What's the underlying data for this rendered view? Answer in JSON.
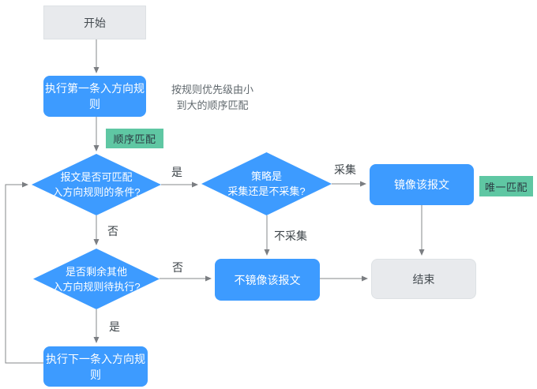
{
  "colors": {
    "node_blue": "#3D9BFF",
    "node_gray_bg": "#E8EAED",
    "node_gray_text": "#444B50",
    "tag_green": "#5FC7A3",
    "tag_text": "#2B3A42",
    "edge_gray": "#85888B",
    "label_text": "#3C4348",
    "note_text": "#61696E",
    "node_text_white": "#FFFFFF",
    "background": "#FFFFFF"
  },
  "flowchart": {
    "nodes": {
      "start": {
        "label": "开始"
      },
      "exec_first_rule": {
        "label": "执行第一条入方向规则"
      },
      "decision_match": {
        "lines": [
          "报文是否可匹配",
          "入方向规则的条件?"
        ]
      },
      "decision_policy": {
        "lines": [
          "策略是",
          "采集还是不采集?"
        ]
      },
      "mirror_packet": {
        "label": "镜像该报文"
      },
      "no_mirror_packet": {
        "label": "不镜像该报文"
      },
      "decision_remaining": {
        "lines": [
          "是否剩余其他",
          "入方向规则待执行?"
        ]
      },
      "exec_next_rule": {
        "label": "执行下一条入方向规则"
      },
      "end": {
        "label": "结束"
      }
    },
    "tags": {
      "sequential_match": "顺序匹配",
      "unique_match": "唯一匹配"
    },
    "note": {
      "lines": [
        "按规则优先级由小",
        "到大的顺序匹配"
      ]
    },
    "edge_labels": {
      "match_yes": "是",
      "match_no": "否",
      "policy_collect": "采集",
      "policy_not_collect": "不采集",
      "remaining_no": "否",
      "remaining_yes": "是"
    }
  }
}
